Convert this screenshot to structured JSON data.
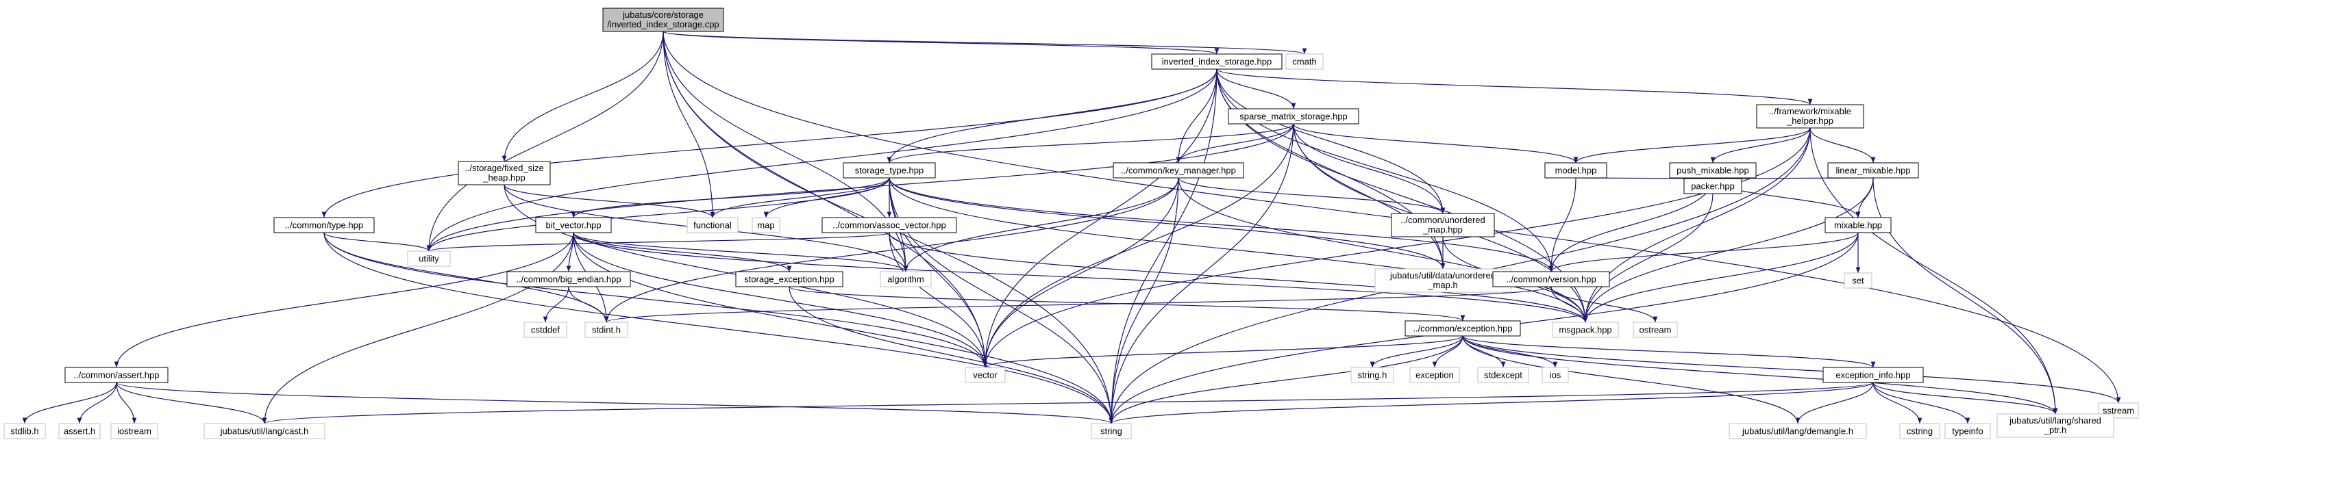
{
  "diagram": {
    "edge_color": "#191970",
    "nodes": [
      {
        "id": "root",
        "lines": [
          "jubatus/core/storage",
          "/inverted_index_storage.cpp"
        ],
        "kind": "root"
      },
      {
        "id": "inv_hpp",
        "lines": [
          "inverted_index_storage.hpp"
        ],
        "kind": "local"
      },
      {
        "id": "cmath",
        "lines": [
          "cmath"
        ],
        "kind": "ext"
      },
      {
        "id": "sstream",
        "lines": [
          "sstream"
        ],
        "kind": "ext"
      },
      {
        "id": "fixed_heap",
        "lines": [
          "../storage/fixed_size",
          "_heap.hpp"
        ],
        "kind": "local"
      },
      {
        "id": "sparse",
        "lines": [
          "sparse_matrix_storage.hpp"
        ],
        "kind": "local"
      },
      {
        "id": "mixable_helper",
        "lines": [
          "../framework/mixable",
          "_helper.hpp"
        ],
        "kind": "local"
      },
      {
        "id": "storage_type",
        "lines": [
          "storage_type.hpp"
        ],
        "kind": "local"
      },
      {
        "id": "key_manager",
        "lines": [
          "../common/key_manager.hpp"
        ],
        "kind": "local"
      },
      {
        "id": "model",
        "lines": [
          "model.hpp"
        ],
        "kind": "local"
      },
      {
        "id": "push_mixable",
        "lines": [
          "push_mixable.hpp"
        ],
        "kind": "local"
      },
      {
        "id": "linear_mixable",
        "lines": [
          "linear_mixable.hpp"
        ],
        "kind": "local"
      },
      {
        "id": "common_type",
        "lines": [
          "../common/type.hpp"
        ],
        "kind": "local"
      },
      {
        "id": "functional",
        "lines": [
          "functional"
        ],
        "kind": "ext"
      },
      {
        "id": "map",
        "lines": [
          "map"
        ],
        "kind": "ext"
      },
      {
        "id": "bit_vector",
        "lines": [
          "bit_vector.hpp"
        ],
        "kind": "local"
      },
      {
        "id": "assoc_vector",
        "lines": [
          "../common/assoc_vector.hpp"
        ],
        "kind": "local"
      },
      {
        "id": "unordered_map_hpp",
        "lines": [
          "../common/unordered",
          "_map.hpp"
        ],
        "kind": "local"
      },
      {
        "id": "packer",
        "lines": [
          "packer.hpp"
        ],
        "kind": "local"
      },
      {
        "id": "mixable",
        "lines": [
          "mixable.hpp"
        ],
        "kind": "local"
      },
      {
        "id": "utility",
        "lines": [
          "utility"
        ],
        "kind": "ext"
      },
      {
        "id": "algorithm",
        "lines": [
          "algorithm"
        ],
        "kind": "ext"
      },
      {
        "id": "util_unordered",
        "lines": [
          "jubatus/util/data/unordered",
          "_map.h"
        ],
        "kind": "ext"
      },
      {
        "id": "version",
        "lines": [
          "../common/version.hpp"
        ],
        "kind": "local"
      },
      {
        "id": "set",
        "lines": [
          "set"
        ],
        "kind": "ext"
      },
      {
        "id": "big_endian",
        "lines": [
          "../common/big_endian.hpp"
        ],
        "kind": "local"
      },
      {
        "id": "storage_exception",
        "lines": [
          "storage_exception.hpp"
        ],
        "kind": "local"
      },
      {
        "id": "cstddef",
        "lines": [
          "cstddef"
        ],
        "kind": "ext"
      },
      {
        "id": "stdint",
        "lines": [
          "stdint.h"
        ],
        "kind": "ext"
      },
      {
        "id": "exception_hpp",
        "lines": [
          "../common/exception.hpp"
        ],
        "kind": "local"
      },
      {
        "id": "msgpack",
        "lines": [
          "msgpack.hpp"
        ],
        "kind": "ext"
      },
      {
        "id": "ostream",
        "lines": [
          "ostream"
        ],
        "kind": "ext"
      },
      {
        "id": "assert_hpp",
        "lines": [
          "../common/assert.hpp"
        ],
        "kind": "local"
      },
      {
        "id": "vector",
        "lines": [
          "vector"
        ],
        "kind": "ext"
      },
      {
        "id": "exception_info",
        "lines": [
          "exception_info.hpp"
        ],
        "kind": "local"
      },
      {
        "id": "string_h",
        "lines": [
          "string.h"
        ],
        "kind": "ext"
      },
      {
        "id": "exception",
        "lines": [
          "exception"
        ],
        "kind": "ext"
      },
      {
        "id": "stdexcept",
        "lines": [
          "stdexcept"
        ],
        "kind": "ext"
      },
      {
        "id": "ios",
        "lines": [
          "ios"
        ],
        "kind": "ext"
      },
      {
        "id": "stdlib",
        "lines": [
          "stdlib.h"
        ],
        "kind": "ext"
      },
      {
        "id": "assert_h",
        "lines": [
          "assert.h"
        ],
        "kind": "ext"
      },
      {
        "id": "iostream",
        "lines": [
          "iostream"
        ],
        "kind": "ext"
      },
      {
        "id": "cast",
        "lines": [
          "jubatus/util/lang/cast.h"
        ],
        "kind": "ext"
      },
      {
        "id": "string",
        "lines": [
          "string"
        ],
        "kind": "ext"
      },
      {
        "id": "demangle",
        "lines": [
          "jubatus/util/lang/demangle.h"
        ],
        "kind": "ext"
      },
      {
        "id": "cstring",
        "lines": [
          "cstring"
        ],
        "kind": "ext"
      },
      {
        "id": "typeinfo",
        "lines": [
          "typeinfo"
        ],
        "kind": "ext"
      },
      {
        "id": "shared_ptr",
        "lines": [
          "jubatus/util/lang/shared",
          "_ptr.h"
        ],
        "kind": "ext"
      }
    ],
    "edges": [
      [
        "root",
        "inv_hpp"
      ],
      [
        "root",
        "cmath"
      ],
      [
        "root",
        "sstream"
      ],
      [
        "root",
        "fixed_heap"
      ],
      [
        "root",
        "utility"
      ],
      [
        "root",
        "functional"
      ],
      [
        "root",
        "algorithm"
      ],
      [
        "root",
        "vector"
      ],
      [
        "root",
        "string"
      ],
      [
        "inv_hpp",
        "sparse"
      ],
      [
        "inv_hpp",
        "storage_type"
      ],
      [
        "inv_hpp",
        "key_manager"
      ],
      [
        "inv_hpp",
        "mixable_helper"
      ],
      [
        "inv_hpp",
        "common_type"
      ],
      [
        "inv_hpp",
        "utility"
      ],
      [
        "inv_hpp",
        "unordered_map_hpp"
      ],
      [
        "inv_hpp",
        "util_unordered"
      ],
      [
        "inv_hpp",
        "version"
      ],
      [
        "inv_hpp",
        "msgpack"
      ],
      [
        "inv_hpp",
        "string"
      ],
      [
        "inv_hpp",
        "vector"
      ],
      [
        "fixed_heap",
        "functional"
      ],
      [
        "fixed_heap",
        "algorithm"
      ],
      [
        "fixed_heap",
        "vector"
      ],
      [
        "sparse",
        "storage_type"
      ],
      [
        "sparse",
        "key_manager"
      ],
      [
        "sparse",
        "unordered_map_hpp"
      ],
      [
        "sparse",
        "util_unordered"
      ],
      [
        "sparse",
        "model"
      ],
      [
        "sparse",
        "msgpack"
      ],
      [
        "sparse",
        "utility"
      ],
      [
        "sparse",
        "vector"
      ],
      [
        "sparse",
        "string"
      ],
      [
        "mixable_helper",
        "model"
      ],
      [
        "mixable_helper",
        "push_mixable"
      ],
      [
        "mixable_helper",
        "linear_mixable"
      ],
      [
        "mixable_helper",
        "msgpack"
      ],
      [
        "mixable_helper",
        "vector"
      ],
      [
        "mixable_helper",
        "string"
      ],
      [
        "mixable_helper",
        "shared_ptr"
      ],
      [
        "storage_type",
        "bit_vector"
      ],
      [
        "storage_type",
        "assoc_vector"
      ],
      [
        "storage_type",
        "functional"
      ],
      [
        "storage_type",
        "map"
      ],
      [
        "storage_type",
        "utility"
      ],
      [
        "storage_type",
        "algorithm"
      ],
      [
        "storage_type",
        "util_unordered"
      ],
      [
        "storage_type",
        "version"
      ],
      [
        "storage_type",
        "vector"
      ],
      [
        "storage_type",
        "string"
      ],
      [
        "storage_type",
        "msgpack"
      ],
      [
        "key_manager",
        "unordered_map_hpp"
      ],
      [
        "key_manager",
        "algorithm"
      ],
      [
        "key_manager",
        "msgpack"
      ],
      [
        "key_manager",
        "stdint"
      ],
      [
        "key_manager",
        "vector"
      ],
      [
        "key_manager",
        "string"
      ],
      [
        "model",
        "packer"
      ],
      [
        "model",
        "version"
      ],
      [
        "push_mixable",
        "packer"
      ],
      [
        "push_mixable",
        "mixable"
      ],
      [
        "push_mixable",
        "version"
      ],
      [
        "linear_mixable",
        "packer"
      ],
      [
        "linear_mixable",
        "mixable"
      ],
      [
        "linear_mixable",
        "msgpack"
      ],
      [
        "linear_mixable",
        "shared_ptr"
      ],
      [
        "common_type",
        "utility"
      ],
      [
        "common_type",
        "vector"
      ],
      [
        "common_type",
        "string"
      ],
      [
        "common_type",
        "stdint"
      ],
      [
        "bit_vector",
        "big_endian"
      ],
      [
        "bit_vector",
        "storage_exception"
      ],
      [
        "bit_vector",
        "stdint"
      ],
      [
        "bit_vector",
        "algorithm"
      ],
      [
        "bit_vector",
        "vector"
      ],
      [
        "bit_vector",
        "string"
      ],
      [
        "bit_vector",
        "msgpack"
      ],
      [
        "bit_vector",
        "assert_hpp"
      ],
      [
        "bit_vector",
        "cast"
      ],
      [
        "assoc_vector",
        "algorithm"
      ],
      [
        "assoc_vector",
        "utility"
      ],
      [
        "assoc_vector",
        "vector"
      ],
      [
        "assoc_vector",
        "msgpack"
      ],
      [
        "unordered_map_hpp",
        "util_unordered"
      ],
      [
        "unordered_map_hpp",
        "msgpack"
      ],
      [
        "packer",
        "msgpack"
      ],
      [
        "mixable",
        "version"
      ],
      [
        "mixable",
        "set"
      ],
      [
        "mixable",
        "msgpack"
      ],
      [
        "mixable",
        "string"
      ],
      [
        "version",
        "stdint"
      ],
      [
        "version",
        "msgpack"
      ],
      [
        "version",
        "ostream"
      ],
      [
        "big_endian",
        "cstddef"
      ],
      [
        "big_endian",
        "stdint"
      ],
      [
        "storage_exception",
        "exception_hpp"
      ],
      [
        "storage_exception",
        "string"
      ],
      [
        "exception_hpp",
        "vector"
      ],
      [
        "exception_hpp",
        "string"
      ],
      [
        "exception_hpp",
        "string_h"
      ],
      [
        "exception_hpp",
        "exception"
      ],
      [
        "exception_hpp",
        "stdexcept"
      ],
      [
        "exception_hpp",
        "ios"
      ],
      [
        "exception_hpp",
        "sstream"
      ],
      [
        "exception_hpp",
        "exception_info"
      ],
      [
        "exception_hpp",
        "demangle"
      ],
      [
        "exception_hpp",
        "shared_ptr"
      ],
      [
        "assert_hpp",
        "stdlib"
      ],
      [
        "assert_hpp",
        "assert_h"
      ],
      [
        "assert_hpp",
        "iostream"
      ],
      [
        "assert_hpp",
        "cast"
      ],
      [
        "assert_hpp",
        "string"
      ],
      [
        "exception_info",
        "string"
      ],
      [
        "exception_info",
        "cast"
      ],
      [
        "exception_info",
        "demangle"
      ],
      [
        "exception_info",
        "cstring"
      ],
      [
        "exception_info",
        "typeinfo"
      ],
      [
        "exception_info",
        "shared_ptr"
      ]
    ]
  }
}
